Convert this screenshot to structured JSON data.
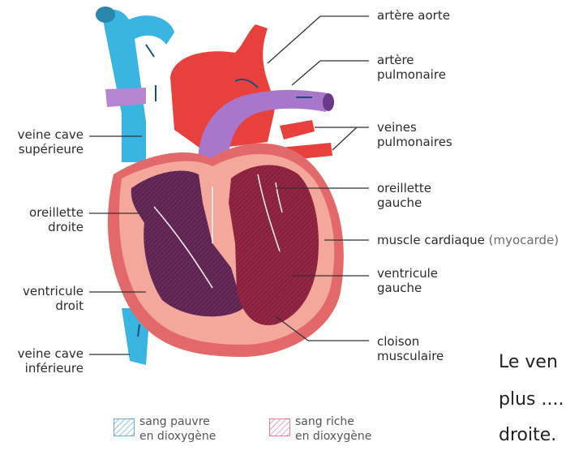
{
  "labels": {
    "aorte": "artère aorte",
    "arterePulm1": "artère",
    "arterePulm2": "pulmonaire",
    "veinesPulm1": "veines",
    "veinesPulm2": "pulmonaires",
    "oreilletteG1": "oreillette",
    "oreilletteG2": "gauche",
    "muscle": "muscle cardiaque",
    "muscleSuffix": "(myocarde)",
    "ventriculeG1": "ventricule",
    "ventriculeG2": "gauche",
    "cloison1": "cloison",
    "cloison2": "musculaire",
    "veineCaveSup1": "veine cave",
    "veineCaveSup2": "supérieure",
    "oreilletteD1": "oreillette",
    "oreilletteD2": "droite",
    "ventriculeD1": "ventricule",
    "ventriculeD2": "droit",
    "veineCaveInf1": "veine cave",
    "veineCaveInf2": "inférieure"
  },
  "legend": {
    "pauvre1": "sang pauvre",
    "pauvre2": "en dioxygène",
    "riche1": "sang riche",
    "riche2": "en dioxygène"
  },
  "sideText": {
    "line1": "Le ven",
    "line2": "plus ....",
    "line3": "droite."
  },
  "colors": {
    "vein": "#3ab4e0",
    "artery": "#e8413d",
    "pulmonary": "#a877cc",
    "myocardium": "#f4a79b",
    "outerWall": "#e26869",
    "chamberDark": "#8e2244",
    "chamberPurple": "#6d2a5a",
    "leader": "#333333"
  }
}
